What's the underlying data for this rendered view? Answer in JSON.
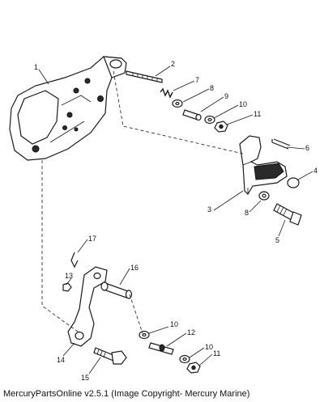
{
  "footer": {
    "copyright": "MercuryPartsOnline v2.5.1 (Image Copyright- Mercury Marine)"
  },
  "callouts": {
    "c1": "1",
    "c2": "2",
    "c3": "3",
    "c4": "4",
    "c5": "5",
    "c6": "6",
    "c7": "7",
    "c8a": "8",
    "c8b": "8",
    "c9": "9",
    "c10a": "10",
    "c10b": "10",
    "c10c": "10",
    "c11a": "11",
    "c11b": "11",
    "c12": "12",
    "c13": "13",
    "c14": "14",
    "c15": "15",
    "c16": "16",
    "c17": "17"
  }
}
